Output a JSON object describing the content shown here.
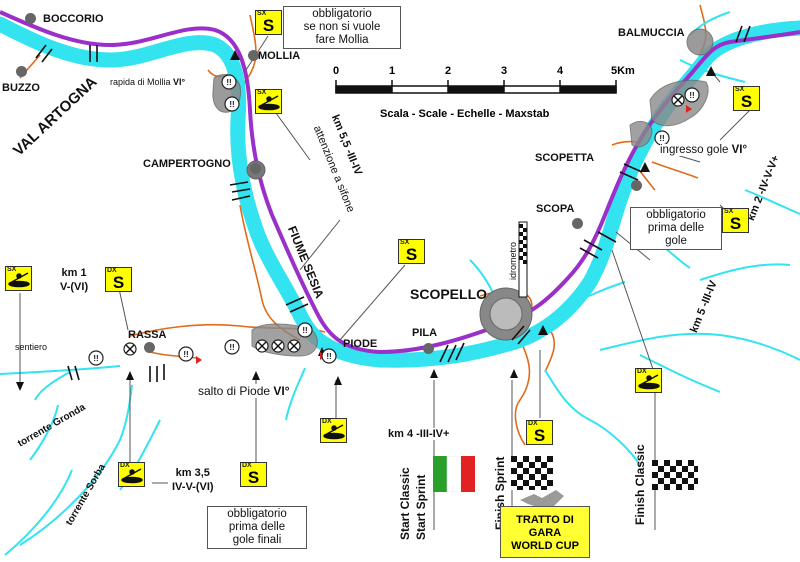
{
  "towns": {
    "boccorio": "BOCCORIO",
    "buzzo": "BUZZO",
    "mollia": "MOLLIA",
    "balmuccia": "BALMUCCIA",
    "campertogno": "CAMPERTOGNO",
    "scopetta": "SCOPETTA",
    "scopa": "SCOPA",
    "scopello": "SCOPELLO",
    "pila": "PILA",
    "piode": "PIODE",
    "rassa": "RASSA"
  },
  "regions": {
    "val_artogna": "VAL ARTOGNA",
    "fiume_sesia": "FIUME SESIA",
    "torrente_gronda": "torrente Gronda",
    "torrente_sorba": "torrente Sorba",
    "sentiero": "sentiero",
    "idrometro": "idrometro"
  },
  "notes": {
    "mollia_note": [
      "obbligatorio",
      "se non si vuole",
      "fare Mollia"
    ],
    "gole_note": [
      "obbligatorio",
      "prima delle",
      "gole"
    ],
    "gole_finali_note": [
      "obbligatorio",
      "prima delle",
      "gole finali"
    ],
    "rapida_mollia": "rapida di Mollia",
    "rapida_grade": "VI°",
    "salto_piode": "salto di Piode",
    "salto_grade": "VI°",
    "ingresso_gole": "ingresso gole",
    "ingresso_grade": "VI°",
    "sifone": "attenzione a sifone",
    "vi_mark": "VI"
  },
  "km_labels": {
    "km_55": "km 5,5 -III-IV",
    "km_2": "km 2 -IV-V-V+",
    "km_5": "km 5 -III-IV",
    "km_1_a": "km 1",
    "km_1_b": "V-(VI)",
    "km_4": "km 4 -III-IV+",
    "km_35_a": "km 3,5",
    "km_35_b": "IV-V-(VI)"
  },
  "signs": {
    "sx": "SX",
    "dx": "DX",
    "s": "S"
  },
  "scale": {
    "ticks": [
      "0",
      "1",
      "2",
      "3",
      "4",
      "5Km"
    ],
    "caption": "Scala - Scale - Echelle - Maxstab"
  },
  "start_finish": {
    "start_classic": "Start Classic",
    "start_sprint": "Start Sprint",
    "finish_sprint": "Finish Sprint",
    "finish_classic": "Finish Classic",
    "tratto": [
      "TRATTO DI",
      "GARA",
      "WORLD CUP"
    ]
  },
  "colors": {
    "river": "#33e3f0",
    "route": "#9b2fc9",
    "roads": "#e06b1a",
    "sign_yellow": "#ffff00",
    "flag_green": "#2aa02a",
    "flag_red": "#e22222"
  }
}
